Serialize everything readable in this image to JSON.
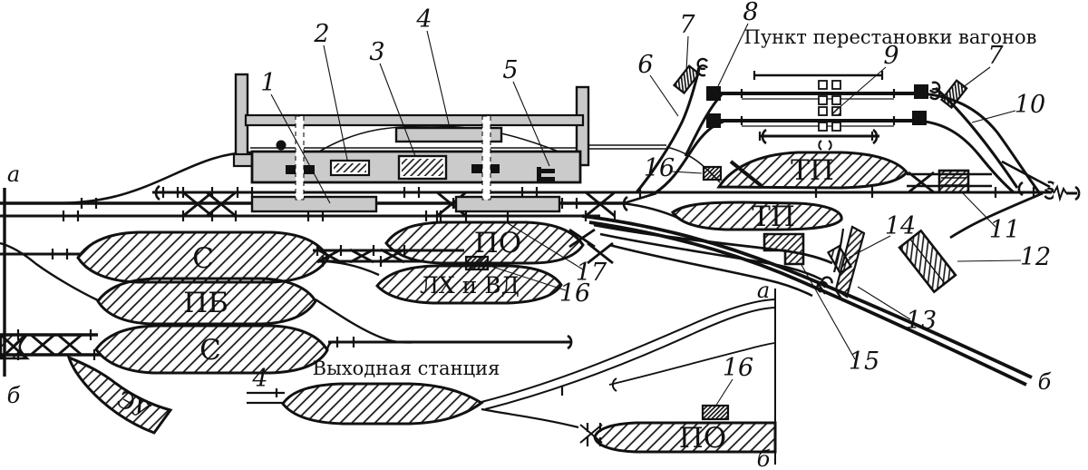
{
  "diagram": {
    "title_transfer_point": "Пункт перестановки вагонов",
    "title_exit_station": "Выходная станция",
    "zones": {
      "s_upper": "С",
      "pb": "ПБ",
      "s_lower": "С",
      "eu": "ЭУ",
      "po_center": "ПО",
      "lh_vd": "ЛХ и ВД",
      "tp_upper": "ТП",
      "tp_lower": "ТП",
      "po_inset": "ПО"
    },
    "letters": {
      "a_left": "а",
      "b_left": "б",
      "b_right": "б",
      "a_inset": "а",
      "b_inset": "б"
    },
    "callouts": {
      "c1": "1",
      "c2": "2",
      "c3": "3",
      "c4": "4",
      "c5": "5",
      "c6": "6",
      "c7a": "7",
      "c7b": "7",
      "c8": "8",
      "c9": "9",
      "c10": "10",
      "c11": "11",
      "c12": "12",
      "c13": "13",
      "c14": "14",
      "c15": "15",
      "c16a": "16",
      "c16b": "16",
      "c16c": "16",
      "c17": "17",
      "c4_inset": "4"
    }
  }
}
